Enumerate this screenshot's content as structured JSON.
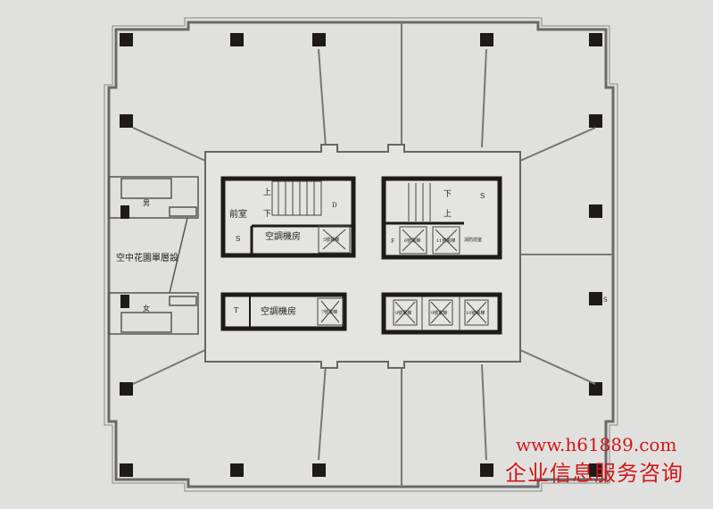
{
  "labels": {
    "garden": "空中花園單層設",
    "male": "男",
    "female": "女",
    "front_room": "前室",
    "up": "上",
    "down": "下",
    "ac_room_1": "空調機房",
    "ac_room_2": "空調機房",
    "s": "S",
    "t": "T",
    "d": "D",
    "f": "F",
    "fire_front_room": "消防前室",
    "elevators": [
      "5號電梯",
      "6號電梯",
      "7號電梯",
      "8號電梯",
      "9號電梯",
      "10號電梯",
      "11號電梯"
    ]
  },
  "watermark": {
    "url": "www.h61889.com",
    "text": "企业信息服务咨询"
  },
  "colors": {
    "background": "#e0e0de",
    "wall": "#1e1a18",
    "line": "#6a6a6a",
    "watermark": "#d01818"
  }
}
